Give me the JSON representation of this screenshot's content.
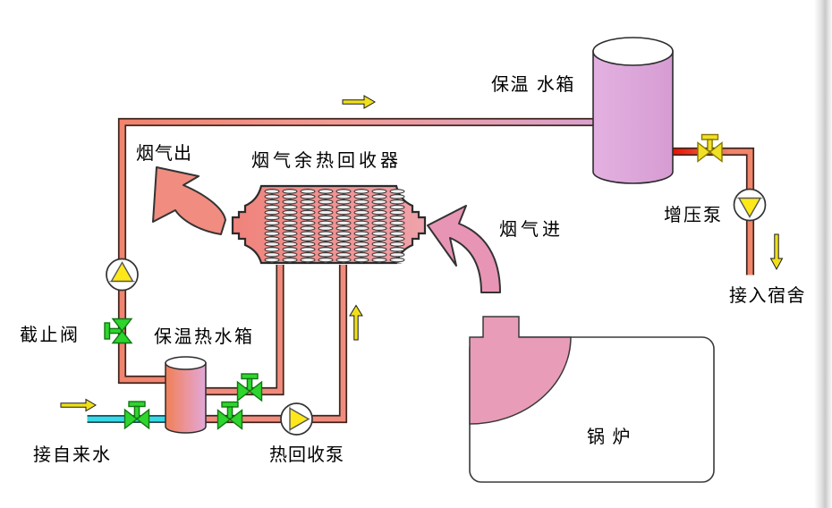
{
  "diagram": {
    "labels": {
      "flue_gas_out": "烟气出",
      "recovery_unit": "烟气余热回收器",
      "storage_tank": "保温 水箱",
      "flue_gas_in": "烟气进",
      "booster_pump": "增压泵",
      "to_dormitory": "接入宿舍",
      "stop_valve": "截止阀",
      "hot_water_tank": "保温热水箱",
      "tap_water_inlet": "接自来水",
      "heat_recovery_pump": "热回收泵",
      "boiler": "锅 炉"
    },
    "colors": {
      "pipe_hot_salmon": "#F0846E",
      "pipe_plum": "#D9A2CE",
      "pipe_red": "#E81000",
      "pipe_cold_cyan": "#35D9E8",
      "pipe_outline": "#3F241C",
      "storage_tank_fill": "#DCA8DA",
      "exchanger_fill": "#F0837B",
      "flue_arrow_out": "#F08C80",
      "flue_arrow_in": "#E895B5",
      "boiler_flame_pink": "#E89CB8",
      "valve_green": "#2ED52E",
      "valve_yellow": "#F2E026",
      "pump_arrow_yellow": "#FFE81A",
      "flow_arrow_yellow": "#F0E01A"
    }
  }
}
